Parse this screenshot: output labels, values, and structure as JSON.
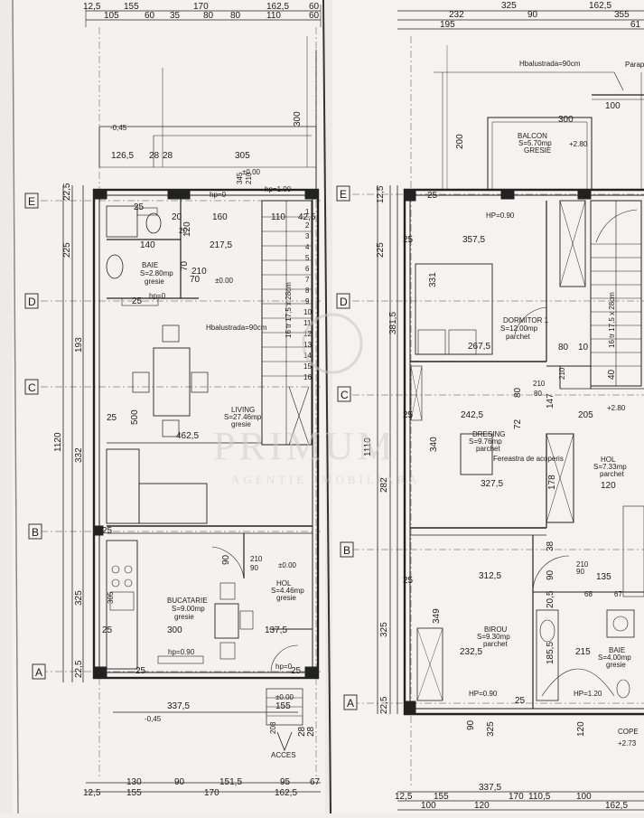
{
  "left_plan": {
    "top_dims": {
      "row1": [
        "12,5",
        "155",
        "170",
        "162,5",
        "60"
      ],
      "row2": [
        "105",
        "60",
        "35",
        "80",
        "80",
        "110",
        "60"
      ]
    },
    "bottom_dims": {
      "row1": [
        "130",
        "90",
        "151,5",
        "95",
        "67"
      ],
      "row2": [
        "12,5",
        "155",
        "170",
        "162,5"
      ]
    },
    "left_dims": [
      "22,5",
      "225",
      "193",
      "1120",
      "332",
      "325",
      "22,5"
    ],
    "grid_letters": [
      "E",
      "D",
      "C",
      "B",
      "A"
    ],
    "misc_dims": [
      "126,5",
      "28",
      "28",
      "305",
      "300",
      "160",
      "217,5",
      "140",
      "110",
      "42,5",
      "20",
      "70",
      "210",
      "70",
      "500",
      "462,5",
      "90",
      "210",
      "90",
      "300",
      "137,5",
      "337,5",
      "155",
      "28",
      "28",
      "120",
      "20",
      "345",
      "210",
      "25",
      "25",
      "25",
      "25",
      "25",
      "25",
      "25"
    ],
    "levels": [
      "-0,45",
      "±0.00",
      "±0.00",
      "±0.00",
      "±0.00",
      "-0,45",
      "hp=0",
      "hp=1.00",
      "hp=0",
      "hp=0.90",
      "hp=0"
    ],
    "rooms": [
      {
        "name": "BAIE",
        "area": "S=2.80mp",
        "finish": "gresie"
      },
      {
        "name": "LIVING",
        "area": "S=27.46mp",
        "finish": "gresie"
      },
      {
        "name": "BUCATARIE",
        "area": "S=9.00mp",
        "finish": "gresie"
      },
      {
        "name": "HOL",
        "area": "S=4.46mp",
        "finish": "gresie"
      }
    ],
    "stair_text": "16 tr 17,5 x 28cm",
    "balustrada": "Hbalustrada=90cm",
    "stair_numbers": [
      "1",
      "2",
      "3",
      "4",
      "5",
      "6",
      "7",
      "8",
      "9",
      "10",
      "11",
      "12",
      "13",
      "14",
      "15",
      "16"
    ],
    "acces": "ACCES",
    "misc_text": [
      "305",
      "208"
    ]
  },
  "right_plan": {
    "top_dims": {
      "row1": [
        "325",
        "162,5"
      ],
      "row2": [
        "232",
        "90",
        "355"
      ],
      "row3": [
        "195",
        "61"
      ]
    },
    "bottom_dims": {
      "row1": [
        "337,5"
      ],
      "row2": [
        "12,5",
        "155",
        "170",
        "162,5"
      ],
      "row3": [
        "100",
        "120",
        "110,5",
        "100"
      ]
    },
    "left_dims": [
      "12,5",
      "225",
      "381,5",
      "1110",
      "282",
      "325",
      "22,5"
    ],
    "grid_letters": [
      "E",
      "D",
      "C",
      "B",
      "A"
    ],
    "balcon": {
      "name": "BALCON",
      "area": "S=5.70mp",
      "finish": "GRESIE"
    },
    "balustrada": "Hbalustrada=90cm",
    "parapet": "Parap",
    "rooms": [
      {
        "name": "DORMITOR 1",
        "area": "S=12.00mp",
        "finish": "parchet"
      },
      {
        "name": "DRESING",
        "area": "S=9.76mp",
        "finish": "parchet"
      },
      {
        "name": "HOL",
        "area": "S=7.33mp",
        "finish": "parchet"
      },
      {
        "name": "BIROU",
        "area": "S=9.30mp",
        "finish": "parchet"
      },
      {
        "name": "BAIE",
        "area": "S=4.00mp",
        "finish": "gresie"
      }
    ],
    "levels": [
      "+2.80",
      "+2.80",
      "+2.73",
      "HP=0.90",
      "HP=0.90",
      "HP=1.20"
    ],
    "fereastra": "Fereastra de acoperis",
    "cope": "COPE",
    "stair_text": "16 tr 17,5 x 28cm",
    "misc_dims": [
      "100",
      "300",
      "200",
      "357,5",
      "331",
      "267,5",
      "80",
      "10",
      "242,5",
      "340",
      "72",
      "147",
      "205",
      "327,5",
      "178",
      "120",
      "312,5",
      "135",
      "68",
      "67",
      "90",
      "38",
      "349",
      "232,5",
      "215",
      "90",
      "325",
      "120",
      "25",
      "25",
      "25",
      "25",
      "25",
      "210",
      "80",
      "80",
      "210",
      "20,5",
      "90",
      "185,5",
      "210",
      "40"
    ]
  },
  "watermark": {
    "brand": "PRIMUM",
    "subtitle": "AGENTIE IMOBILIARA"
  }
}
